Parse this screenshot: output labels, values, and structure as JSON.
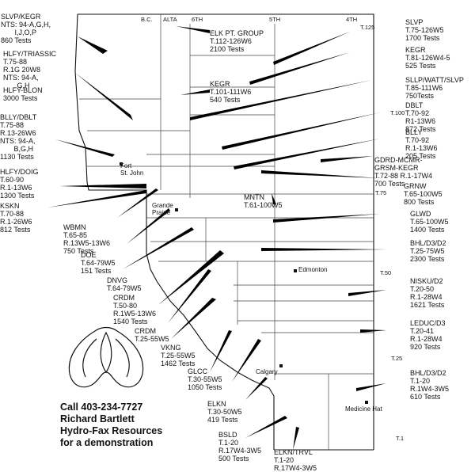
{
  "provinces": [
    "B.C.",
    "ALTA",
    "6TH",
    "5TH",
    "4TH"
  ],
  "townships": [
    "T.125",
    "T.100",
    "T.75",
    "T.50",
    "T.25",
    "T.1"
  ],
  "cities": [
    {
      "name": "Fort\nSt. John"
    },
    {
      "name": "Grande\nPrairie"
    },
    {
      "name": "Edmonton"
    },
    {
      "name": "Calgary"
    },
    {
      "name": "Medicine Hat"
    }
  ],
  "labels": [
    {
      "text": "SLVP/KEGR\nNTS: 94-A,G,H,\n       I,J,O,P\n860 Tests"
    },
    {
      "text": "HLFY/TRIASSIC\nT.75-88\nR.1G 20W8\nNTS: 94-A,\n       G,H"
    },
    {
      "text": "HLFY-BLON\n3000 Tests"
    },
    {
      "text": "BLLY/DBLT\nT.75-88\nR.13-26W6\nNTS: 94-A,\n       B,G,H\n1130 Tests"
    },
    {
      "text": "HLFY/DOIG\nT.60-90\nR.1-13W6\n1300 Tests"
    },
    {
      "text": "KSKN\nT.70-88\nR.1-26W6\n812 Tests"
    },
    {
      "text": "WBMN\nT.65-85\nR.13W5-13W6\n750 Tests"
    },
    {
      "text": "DOE\nT.64-79W5\n151 Tests"
    },
    {
      "text": "DNVG\nT.64-79W5"
    },
    {
      "text": "CRDM\nT.50-80\nR.1W5-13W6\n1540 Tests"
    },
    {
      "text": "CRDM\nT.25-55W5"
    },
    {
      "text": "VKNG\nT.25-55W5\n1462 Tests"
    },
    {
      "text": "GLCC\nT.30-55W5\n1050 Tests"
    },
    {
      "text": "ELKN\nT.30-50W5\n419 Tests"
    },
    {
      "text": "BSLD\nT.1-20\nR.17W4-3W5\n500 Tests"
    },
    {
      "text": "ELKN/TRVL\nT.1-20\nR.17W4-3W5"
    },
    {
      "text": "ELK PT. GROUP\nT.112-126W6\n2100 Tests"
    },
    {
      "text": "KEGR\nT.101-111W6\n540 Tests"
    },
    {
      "text": "MNTN\nT.61-100W5"
    },
    {
      "text": "SLVP\nT.75-126W5\n1700 Tests"
    },
    {
      "text": "KEGR\nT.81-126W4-5\n525 Tests"
    },
    {
      "text": "SLLP/WATT/SLVP\nT.85-111W6\n750Tests"
    },
    {
      "text": "DBLT\nT.70-92\nR1-13W6\n872 Tests"
    },
    {
      "text": "BLLY\nT.70-92\nR.1-13W6\n205 Tests"
    },
    {
      "text": "GDRD-MCMR-\nGRSM-KEGR\nT.72-88 R.1-17W4\n700 Tests"
    },
    {
      "text": "GRNW\nT.65-100W5\n800 Tests"
    },
    {
      "text": "GLWD\nT.65-100W5\n1400 Tests"
    },
    {
      "text": "BHL/D3/D2\nT.25-75W5\n2300 Tests"
    },
    {
      "text": "NISKU/D2\nT.20-50\nR.1-28W4\n1621 Tests"
    },
    {
      "text": "LEDUC/D3\nT.20-41\nR.1-28W4\n920 Tests"
    },
    {
      "text": "BHL/D3/D2\nT.1-20\nR.1W4-3W5\n610 Tests"
    }
  ],
  "contact": {
    "phone": "Call 403-234-7727",
    "name": "Richard Bartlett",
    "company": "Hydro-Fax Resources",
    "cta": "for a demonstration"
  }
}
